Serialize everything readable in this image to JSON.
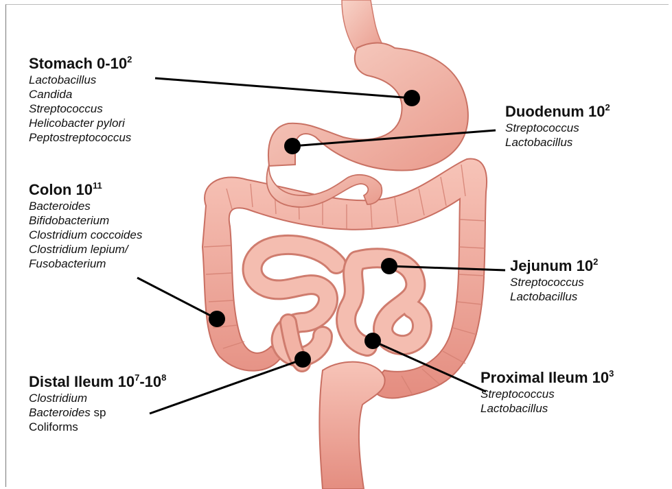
{
  "regions": {
    "stomach": {
      "name": "Stomach",
      "count_base": "0-10",
      "count_exp": "2",
      "organisms": [
        "Lactobacillus",
        "Candida",
        "Streptococcus",
        "Helicobacter pylori",
        "Peptostreptococcus"
      ]
    },
    "duodenum": {
      "name": "Duodenum",
      "count_base": "10",
      "count_exp": "2",
      "organisms": [
        "Streptococcus",
        "Lactobacillus"
      ]
    },
    "colon": {
      "name": "Colon",
      "count_base": "10",
      "count_exp": "11",
      "organisms": [
        "Bacteroides",
        "Bifidobacterium",
        "Clostridium coccoides",
        "Clostridium lepium/",
        "Fusobacterium"
      ]
    },
    "jejunum": {
      "name": "Jejunum",
      "count_base": "10",
      "count_exp": "2",
      "organisms": [
        "Streptococcus",
        "Lactobacillus"
      ]
    },
    "distal_ileum": {
      "name": "Distal Ileum",
      "count_base_1": "10",
      "count_exp_1": "7",
      "count_sep": "-",
      "count_base_2": "10",
      "count_exp_2": "8",
      "organisms": [
        "Clostridium",
        "Bacteroides"
      ],
      "organism_suffix": " sp",
      "organism_plain": "Coliforms"
    },
    "proximal_ileum": {
      "name": "Proximal Ileum",
      "count_base": "10",
      "count_exp": "3",
      "organisms": [
        "Streptococcus",
        "Lactobacillus"
      ]
    }
  }
}
